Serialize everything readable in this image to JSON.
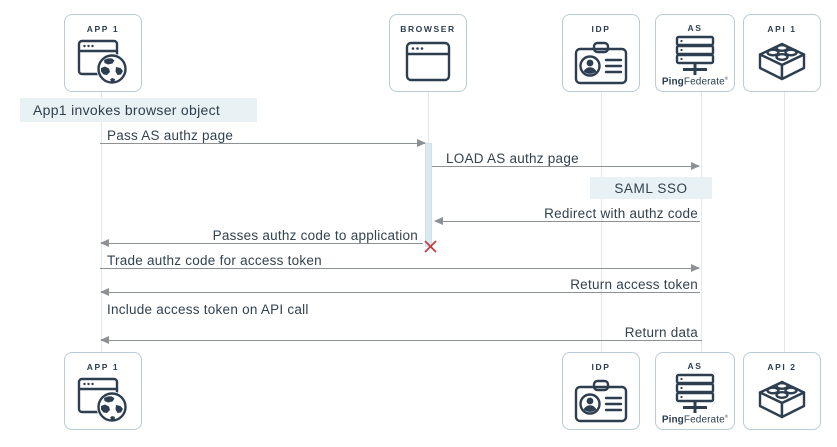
{
  "diagram_type": "sequence",
  "actors_top": [
    {
      "id": "app1",
      "label": "APP 1",
      "icon": "browser-globe-icon"
    },
    {
      "id": "browser",
      "label": "BROWSER",
      "icon": "browser-window-icon"
    },
    {
      "id": "idp",
      "label": "IDP",
      "icon": "id-badge-icon"
    },
    {
      "id": "as",
      "label": "AS",
      "icon": "server-stack-icon",
      "logo": {
        "bold": "Ping",
        "rest": "Federate",
        "mark": "®"
      }
    },
    {
      "id": "api1",
      "label": "API 1",
      "icon": "lego-brick-icon"
    }
  ],
  "actors_bottom": [
    {
      "id": "app1",
      "label": "APP 1",
      "icon": "browser-globe-icon"
    },
    {
      "id": "idp",
      "label": "IDP",
      "icon": "id-badge-icon"
    },
    {
      "id": "as",
      "label": "AS",
      "icon": "server-stack-icon",
      "logo": {
        "bold": "Ping",
        "rest": "Federate",
        "mark": "®"
      }
    },
    {
      "id": "api2",
      "label": "API 2",
      "icon": "lego-brick-icon"
    }
  ],
  "notes": {
    "app1_invokes": "App1 invokes browser object",
    "saml_sso": "SAML SSO"
  },
  "messages": [
    {
      "label": "Pass AS authz page",
      "from": "app1",
      "to": "browser",
      "direction": "right"
    },
    {
      "label": "LOAD AS authz page",
      "from": "browser",
      "to": "as",
      "direction": "right"
    },
    {
      "label": "Redirect with authz code",
      "from": "as",
      "to": "browser",
      "direction": "left"
    },
    {
      "label": "Passes authz code to application",
      "from": "browser",
      "to": "app1",
      "direction": "left",
      "marker": "red-x"
    },
    {
      "label": "Trade authz code for access token",
      "from": "app1",
      "to": "as",
      "direction": "right"
    },
    {
      "label": "Return access token",
      "from": "as",
      "to": "app1",
      "direction": "left"
    },
    {
      "label": "Include access token on API call",
      "from": "app1",
      "to": "api",
      "direction": "none"
    },
    {
      "label": "Return data",
      "from": "as",
      "to": "app1",
      "direction": "left"
    }
  ],
  "colors": {
    "note_bg": "#e8f1f3",
    "box_border": "#b7ccd5",
    "ink": "#2d3e50",
    "arrow": "#8c9196",
    "lifeline": "#e2e9ee",
    "activation": "#d9e9ef",
    "error_x": "#c7383f"
  }
}
